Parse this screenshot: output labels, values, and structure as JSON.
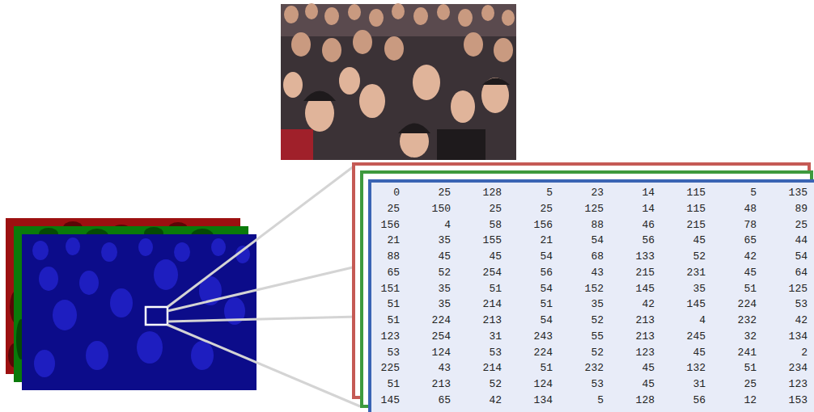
{
  "diagram": {
    "labels": [
      "0",
      "25",
      "128",
      "5",
      "23",
      "14",
      "115",
      "5",
      "135",
      "25",
      "150",
      "25",
      "25",
      "125",
      "14",
      "115",
      "48",
      "89",
      "156",
      "4",
      "58",
      "156",
      "88",
      "46",
      "215",
      "78",
      "25",
      "21",
      "35",
      "155",
      "21",
      "54",
      "56",
      "45",
      "65",
      "44",
      "88",
      "45",
      "45",
      "54",
      "68",
      "133",
      "52",
      "42",
      "54",
      "65",
      "52",
      "254",
      "56",
      "43",
      "215",
      "231",
      "45",
      "64",
      "151",
      "35",
      "51",
      "54",
      "152",
      "145",
      "35",
      "51",
      "125",
      "51",
      "35",
      "214",
      "51",
      "35",
      "42",
      "145",
      "224",
      "53",
      "51",
      "224",
      "213",
      "54",
      "52",
      "213",
      "4",
      "232",
      "42",
      "123",
      "254",
      "31",
      "243",
      "55",
      "213",
      "245",
      "32",
      "134",
      "53",
      "124",
      "53",
      "224",
      "52",
      "123",
      "45",
      "241",
      "2",
      "225",
      "43",
      "214",
      "51",
      "232",
      "45",
      "132",
      "51",
      "234",
      "51",
      "213",
      "52",
      "124",
      "53",
      "45",
      "31",
      "25",
      "123",
      "145",
      "65",
      "42",
      "134",
      "5",
      "128",
      "56",
      "12",
      "153"
    ]
  }
}
